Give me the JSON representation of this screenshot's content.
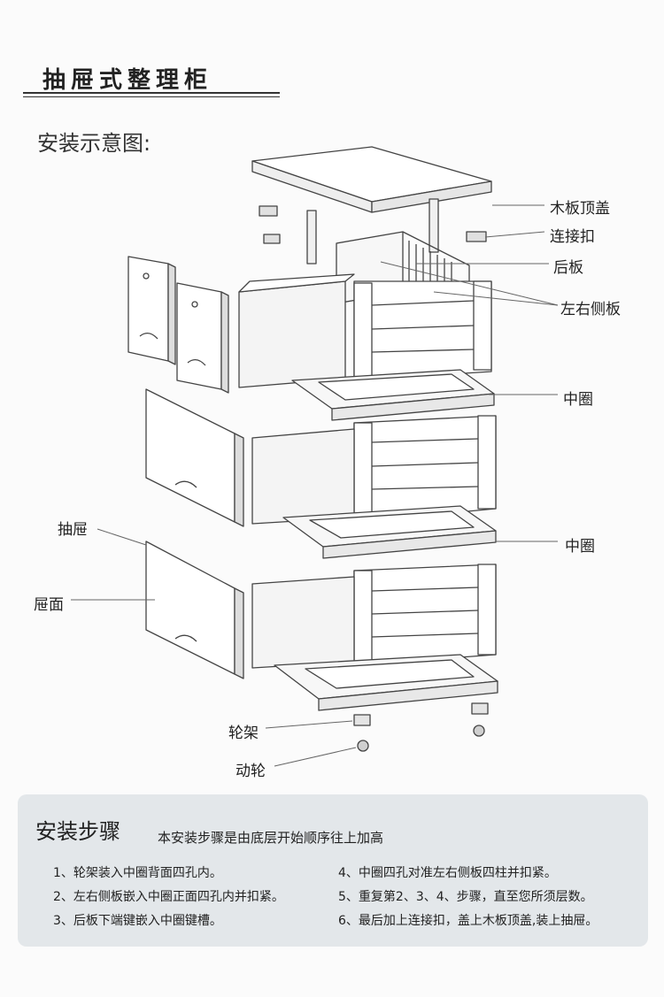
{
  "title": "抽屉式整理柜",
  "subtitle": "安装示意图:",
  "labels": {
    "top_cover": "木板顶盖",
    "connector": "连接扣",
    "back_panel": "后板",
    "side_panels": "左右侧板",
    "middle_ring_1": "中圈",
    "middle_ring_2": "中圈",
    "drawer": "抽屉",
    "drawer_front": "屉面",
    "wheel_frame": "轮架",
    "caster": "动轮"
  },
  "steps": {
    "title": "安装步骤",
    "note": "本安装步骤是由底层开始顺序往上加高",
    "items": [
      "1、轮架装入中圈背面四孔内。",
      "2、左右侧板嵌入中圈正面四孔内并扣紧。",
      "3、后板下端键嵌入中圈键槽。",
      "4、中圈四孔对准左右侧板四柱并扣紧。",
      "5、重复第2、3、4、步骤，直至您所须层数。",
      "6、最后加上连接扣，盖上木板顶盖,装上抽屉。"
    ]
  }
}
